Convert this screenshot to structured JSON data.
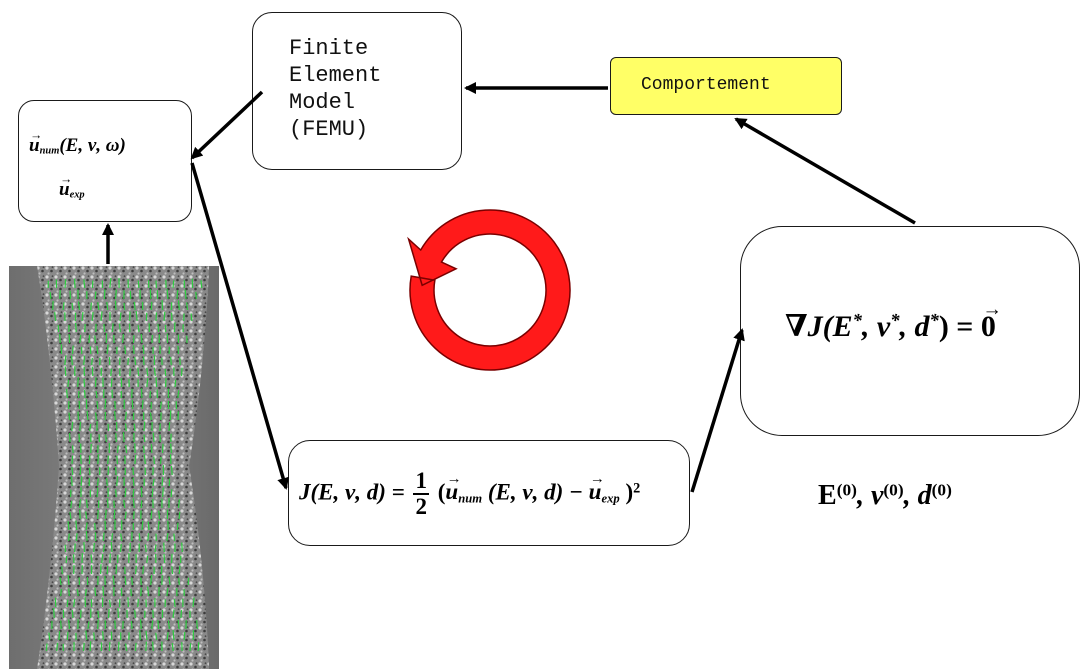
{
  "fem_box": {
    "text": "Finite\nElement\nModel\n(FEMU)"
  },
  "comportement_box": {
    "text": "Comportement",
    "fill_color": "#ffff66"
  },
  "displacement_box": {
    "u_num": "u",
    "u_num_sub": "num",
    "u_num_args": "(E, ν, ω)",
    "u_exp": "u",
    "u_exp_sub": "exp"
  },
  "gradient_box": {
    "nabla": "∇",
    "J": "J(E",
    "star": "*",
    "nu": ", ν",
    "d": ", d",
    "close_eq": ") = ",
    "zero": "0"
  },
  "cost_box": {
    "lhs": "J(E, ν, d) = ",
    "frac_num": "1",
    "frac_den": "2",
    "open": " (",
    "u_num": "u",
    "u_num_sub": "num",
    "args": " (E, ν, d) − ",
    "u_exp": "u",
    "u_exp_sub": "exp",
    "close": " )",
    "power": "2"
  },
  "initial_values": {
    "E": "E",
    "nu": ", ν",
    "d": ", d",
    "sup": "(0)"
  },
  "loop_arrow_color": "#ff1a1a",
  "specimen_overlay_color": "#2ecc40"
}
